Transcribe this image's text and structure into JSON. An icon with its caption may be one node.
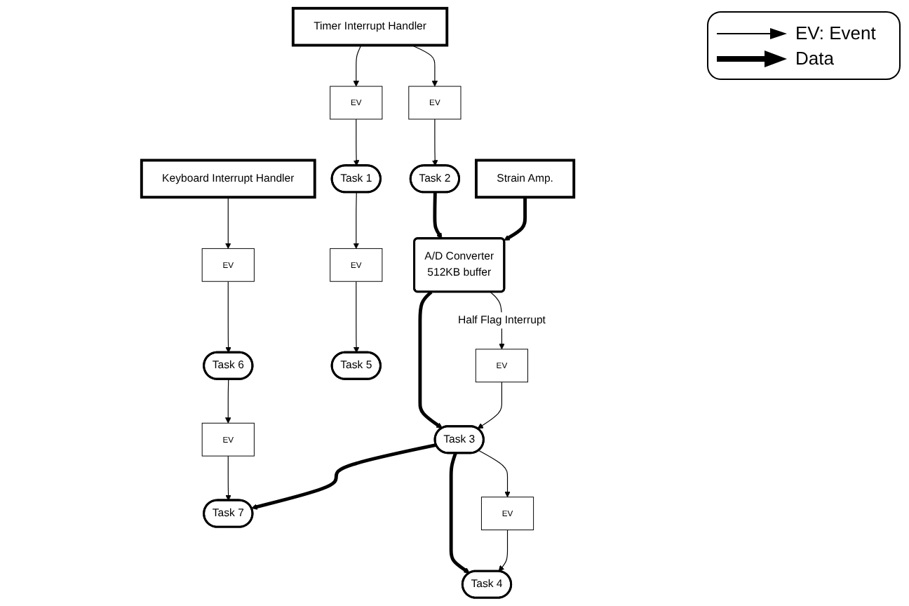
{
  "diagram": {
    "nodes": [
      {
        "text": [
          "Keyboard Interrupt Handler"
        ]
      },
      {
        "text": [
          "Timer Interrupt Handler"
        ]
      },
      {
        "text": [
          "EV"
        ]
      },
      {
        "text": [
          "EV"
        ]
      },
      {
        "text": [
          "Task 6"
        ]
      },
      {
        "text": [
          "EV"
        ]
      },
      {
        "text": [
          "Task 1"
        ]
      },
      {
        "text": [
          "EV"
        ]
      },
      {
        "text": [
          "Task 5"
        ]
      },
      {
        "text": [
          "EV"
        ]
      },
      {
        "text": [
          "Task 7"
        ]
      },
      {
        "text": [
          "Task 2"
        ]
      },
      {
        "text": [
          "Strain Amp."
        ]
      },
      {
        "text": [
          "A/D Converter",
          "512KB buffer"
        ]
      },
      {
        "text": [
          "Task 4"
        ]
      },
      {
        "text": [
          "Task 3"
        ]
      },
      {
        "text": [
          "EV"
        ]
      },
      {
        "text": [
          "EV"
        ]
      }
    ],
    "edges": [
      {
        "from": 0,
        "to": 2,
        "arrow": "to"
      },
      {
        "from": 2,
        "to": 4,
        "arrow": "to"
      },
      {
        "from": 1,
        "to": 3,
        "arrow": "to"
      },
      {
        "from": 3,
        "to": 6,
        "arrow": "to"
      },
      {
        "from": 1,
        "to": 5,
        "arrow": "to"
      },
      {
        "from": 5,
        "to": 11,
        "arrow": "to"
      },
      {
        "from": 6,
        "to": 7,
        "arrow": "to"
      },
      {
        "from": 7,
        "to": 8,
        "arrow": "to"
      },
      {
        "from": 4,
        "to": 9,
        "arrow": "to"
      },
      {
        "from": 9,
        "to": 10,
        "arrow": "to"
      },
      {
        "from": 11,
        "to": 13,
        "arrow": "to",
        "style": "thick"
      },
      {
        "from": 12,
        "to": 13,
        "arrow": "to",
        "style": "thick"
      },
      {
        "from": 13,
        "to": 15,
        "arrow": "to",
        "style": "thick"
      },
      {
        "from": 15,
        "to": 10,
        "arrow": "to",
        "style": "thick"
      },
      {
        "from": 15,
        "to": 14,
        "arrow": "to",
        "style": "thick"
      },
      {
        "from": 15,
        "to": 16,
        "arrow": "to"
      },
      {
        "from": 16,
        "to": 14,
        "arrow": "to"
      },
      {
        "from": 13,
        "to": 17,
        "arrow": "to",
        "label": "Half Flag Interrupt"
      },
      {
        "from": 17,
        "to": 15,
        "arrow": "to"
      }
    ],
    "legend": [
      {
        "text": "EV: Event"
      },
      {
        "text": "Data"
      }
    ]
  }
}
